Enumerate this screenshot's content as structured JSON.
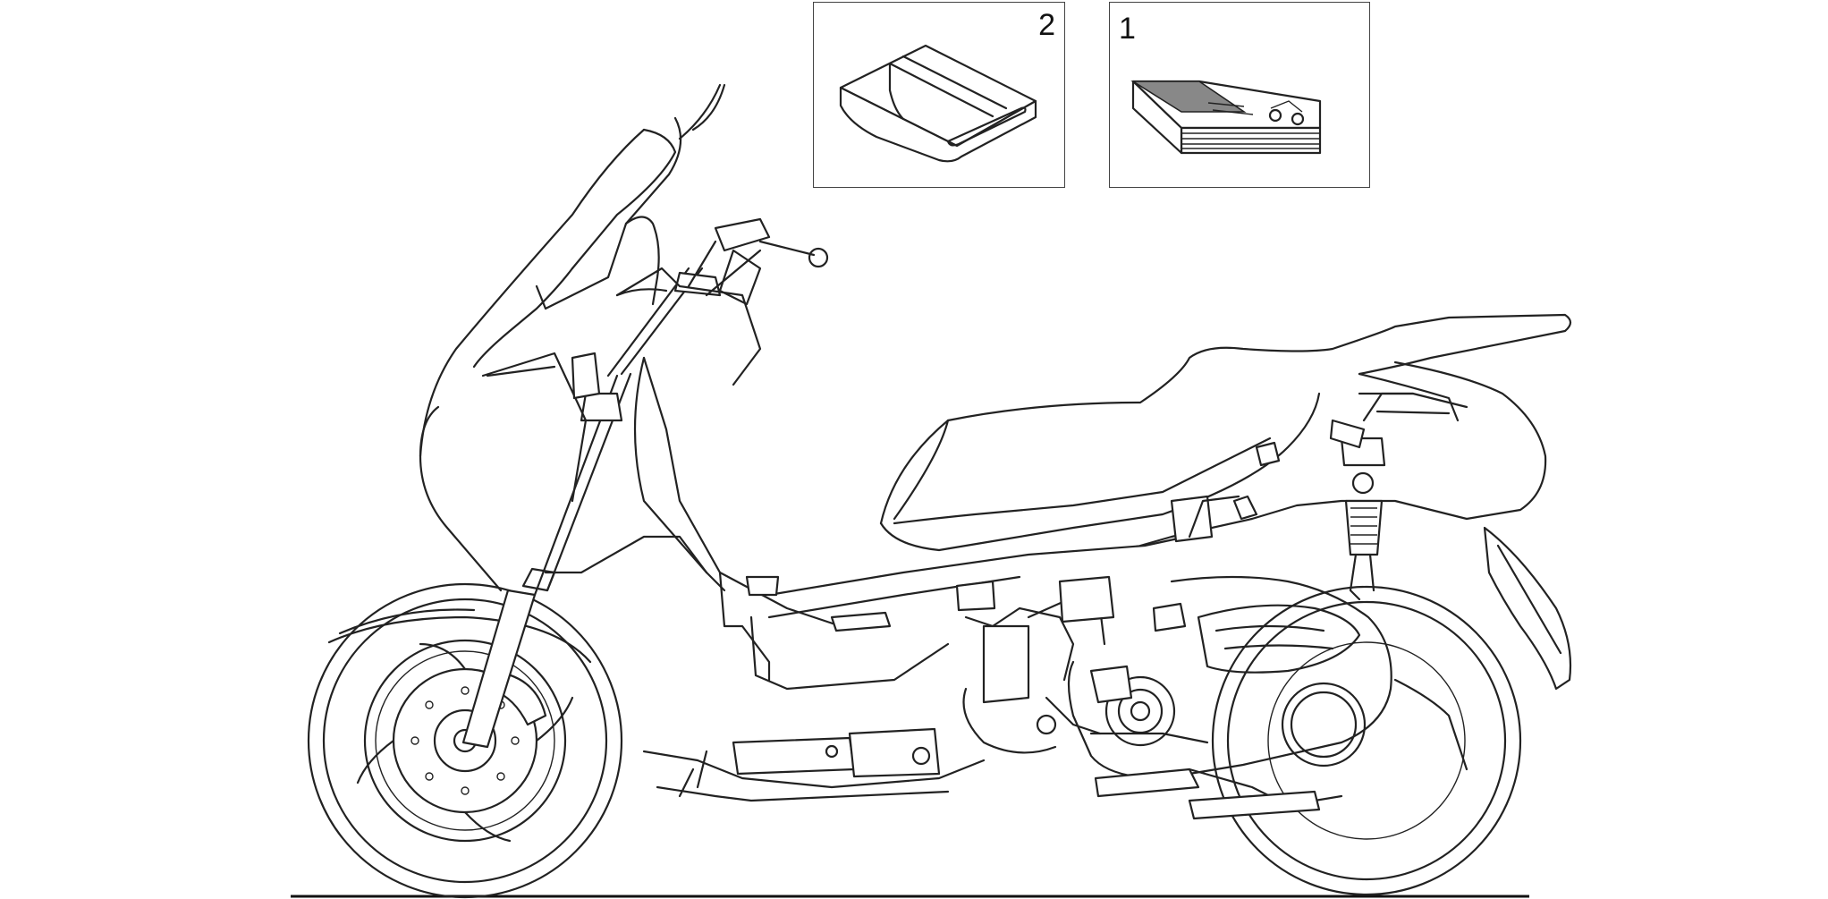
{
  "diagram": {
    "subject": "scooter-side-view",
    "callouts": [
      {
        "id": "item-2",
        "label": "2"
      },
      {
        "id": "item-1",
        "label": "1"
      }
    ]
  }
}
